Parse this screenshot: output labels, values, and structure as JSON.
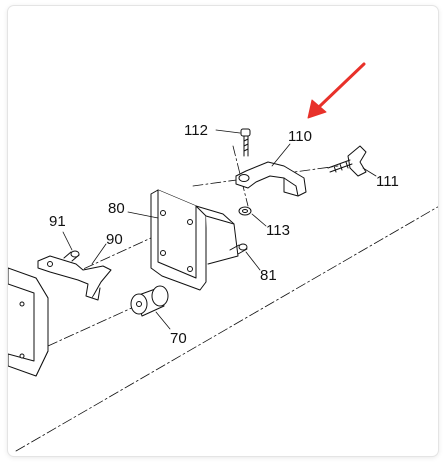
{
  "diagram": {
    "parts": {
      "p112": "112",
      "p110": "110",
      "p111": "111",
      "p80": "80",
      "p113": "113",
      "p91": "91",
      "p90": "90",
      "p81": "81",
      "p70": "70"
    },
    "colors": {
      "line": "#111111",
      "arrow": "#e8312a",
      "fill": "#ffffff"
    },
    "highlight_icon": "red-arrow-icon"
  }
}
